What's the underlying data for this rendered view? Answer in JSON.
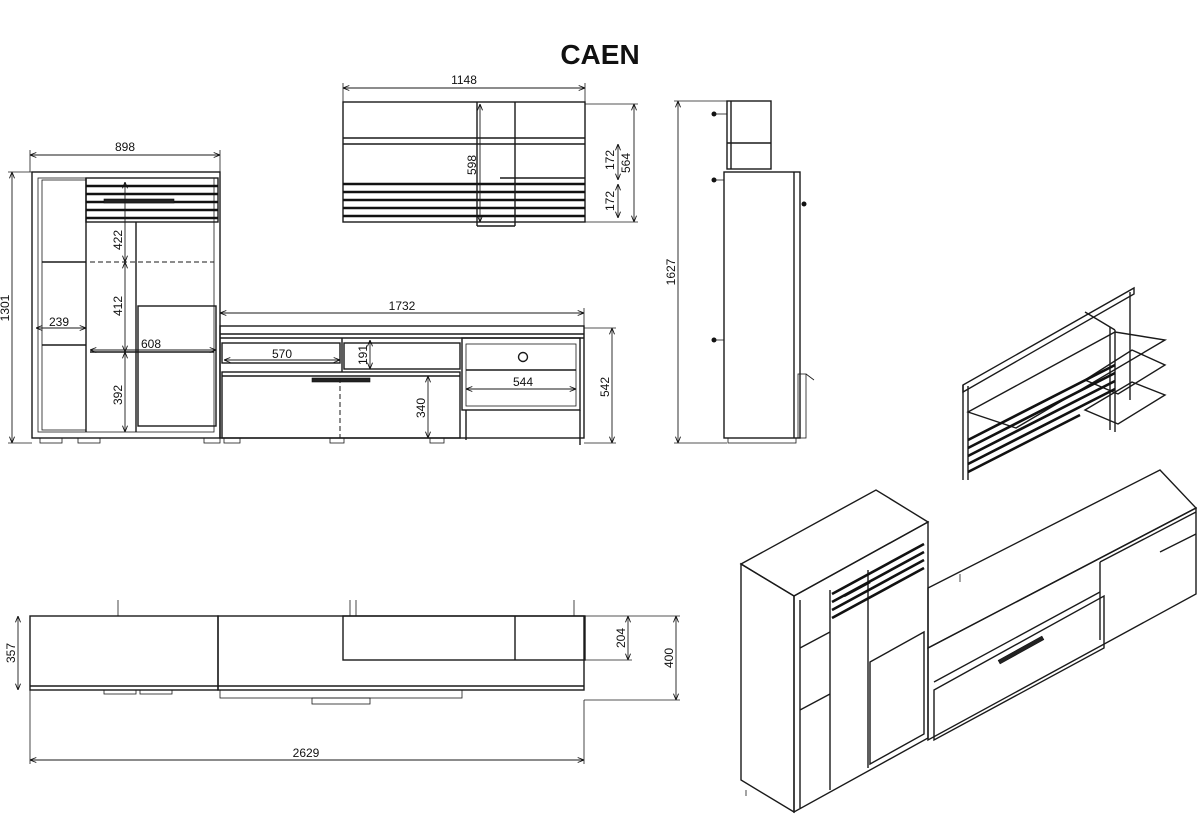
{
  "title": "CAEN",
  "dimensions": {
    "tall_width": "898",
    "tall_height": "1301",
    "tall_top_section": "422",
    "tall_mid_section": "412",
    "tall_low_section": "392",
    "shelf_width": "239",
    "door_width": "608",
    "tv_width": "1732",
    "drawer_width": "570",
    "niche_height": "191",
    "open_width": "544",
    "tv_height": "542",
    "flap_height": "340",
    "wall_width": "1148",
    "wall_height": "598",
    "wall_shelf_top": "172",
    "wall_shelf_bottom": "172",
    "wall_total": "564",
    "side_height": "1627",
    "top_depth": "357",
    "wall_depth": "204",
    "tv_depth": "400",
    "total_width": "2629"
  },
  "colors": {
    "line": "#1a1a1a",
    "background": "#ffffff",
    "slat": "#222222"
  }
}
